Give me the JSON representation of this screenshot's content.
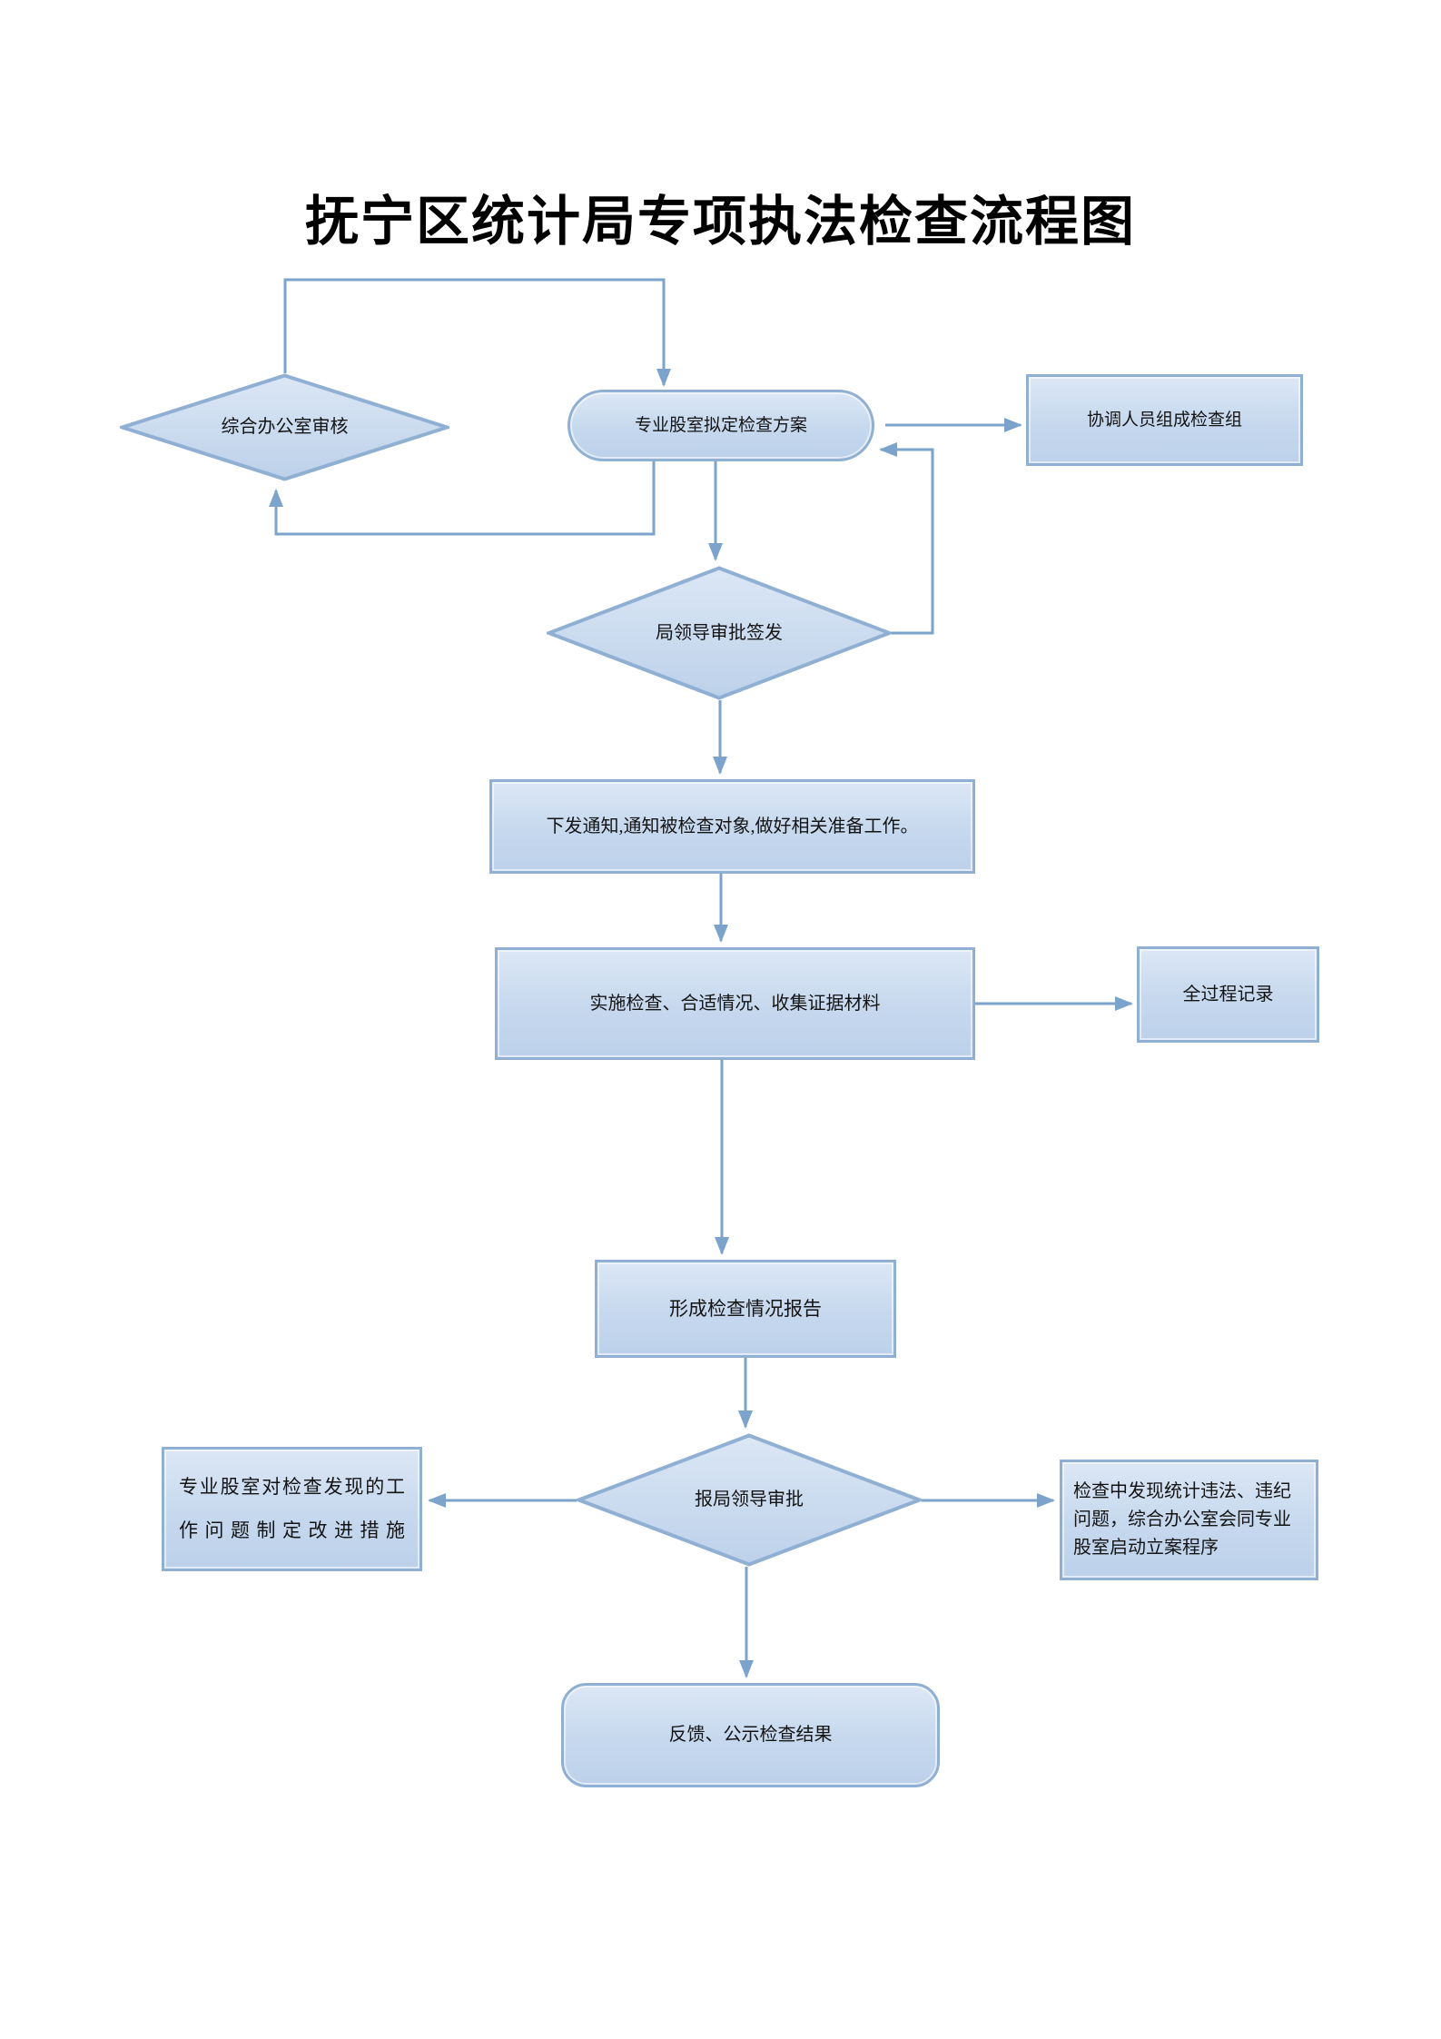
{
  "title": "抚宁区统计局专项执法检查流程图",
  "colors": {
    "shape_fill_top": "#dce7f5",
    "shape_fill_bottom": "#bcd1ea",
    "shape_border": "#8fafd3",
    "connector": "#7ba3cc",
    "title_text": "#000000"
  },
  "nodes": {
    "review": {
      "type": "decision",
      "label": "综合办公室审核"
    },
    "plan": {
      "type": "process-stadium",
      "label": "专业股室拟定检查方案"
    },
    "team": {
      "type": "process",
      "label": "协调人员组成检查组"
    },
    "approve": {
      "type": "decision",
      "label": "局领导审批签发"
    },
    "notice": {
      "type": "process",
      "label": "下发通知,通知被检查对象,做好相关准备工作。"
    },
    "implement": {
      "type": "process",
      "label": "实施检查、合适情况、收集证据材料"
    },
    "record": {
      "type": "process",
      "label": "全过程记录"
    },
    "report": {
      "type": "process",
      "label": "形成检查情况报告"
    },
    "final": {
      "type": "decision",
      "label": "报局领导审批"
    },
    "improve": {
      "type": "process",
      "label": "专业股室对检查发现的工作问题制定改进措施"
    },
    "case": {
      "type": "process",
      "label": "检查中发现统计违法、违纪问题，综合办公室会同专业股室启动立案程序"
    },
    "result": {
      "type": "terminator",
      "label": "反馈、公示检查结果"
    }
  },
  "edges": [
    {
      "from": "review",
      "to": "plan"
    },
    {
      "from": "plan",
      "to": "review"
    },
    {
      "from": "plan",
      "to": "team"
    },
    {
      "from": "plan",
      "to": "approve"
    },
    {
      "from": "approve",
      "to": "plan"
    },
    {
      "from": "approve",
      "to": "notice"
    },
    {
      "from": "notice",
      "to": "implement"
    },
    {
      "from": "implement",
      "to": "record"
    },
    {
      "from": "implement",
      "to": "report"
    },
    {
      "from": "report",
      "to": "final"
    },
    {
      "from": "final",
      "to": "improve"
    },
    {
      "from": "final",
      "to": "case"
    },
    {
      "from": "final",
      "to": "result"
    }
  ]
}
